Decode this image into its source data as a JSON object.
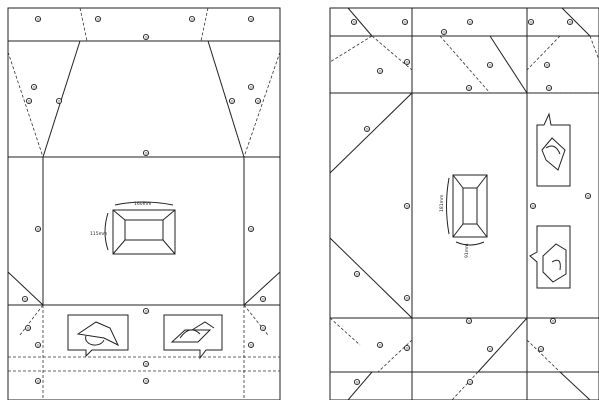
{
  "left_template": {
    "markers": [
      {
        "label": "⊙"
      },
      {
        "label": "⊙"
      },
      {
        "label": "⊙"
      },
      {
        "label": "⊙"
      },
      {
        "label": "⊙"
      },
      {
        "label": "⊙"
      },
      {
        "label": "⊙"
      },
      {
        "label": "⊙"
      },
      {
        "label": "⊙"
      },
      {
        "label": "⊙"
      },
      {
        "label": "⊙"
      },
      {
        "label": "⊙"
      },
      {
        "label": "⊙"
      },
      {
        "label": "⊙"
      },
      {
        "label": "⊙"
      },
      {
        "label": "⊙"
      },
      {
        "label": "⊙"
      },
      {
        "label": "⊙"
      },
      {
        "label": "⊙"
      },
      {
        "label": "⊙"
      },
      {
        "label": "⊙"
      },
      {
        "label": "⊙"
      },
      {
        "label": "⊙"
      },
      {
        "label": "⊙"
      }
    ],
    "dimension_width": "160mm",
    "dimension_height": "115mm"
  },
  "right_template": {
    "markers": [
      {
        "label": "⊙"
      },
      {
        "label": "⊙"
      },
      {
        "label": "⊙"
      },
      {
        "label": "⊙"
      },
      {
        "label": "⊙"
      },
      {
        "label": "⊙"
      },
      {
        "label": "⊙"
      },
      {
        "label": "⊙"
      },
      {
        "label": "⊙"
      },
      {
        "label": "⊙"
      },
      {
        "label": "⊙"
      },
      {
        "label": "⊙"
      },
      {
        "label": "⊙"
      },
      {
        "label": "⊙"
      },
      {
        "label": "⊙"
      },
      {
        "label": "⊙"
      },
      {
        "label": "⊙"
      },
      {
        "label": "⊙"
      },
      {
        "label": "⊙"
      },
      {
        "label": "⊙"
      },
      {
        "label": "⊙"
      },
      {
        "label": "⊙"
      },
      {
        "label": "⊙"
      },
      {
        "label": "⊙"
      },
      {
        "label": "⊙"
      },
      {
        "label": "⊙"
      }
    ],
    "dimension_height": "181mm",
    "dimension_width": "91mm"
  }
}
